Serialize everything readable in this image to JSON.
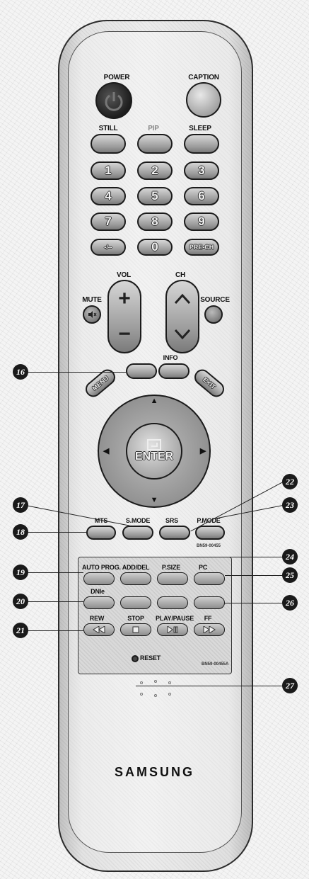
{
  "labels": {
    "power": "POWER",
    "caption": "CAPTION",
    "still": "STILL",
    "pip": "PIP",
    "sleep": "SLEEP",
    "vol": "VOL",
    "ch": "CH",
    "mute": "MUTE",
    "source": "SOURCE",
    "menu": "MENU",
    "info": "INFO",
    "exit": "EXIT",
    "enter": "ENTER",
    "mts": "MTS",
    "smode": "S.MODE",
    "srs": "SRS",
    "pmode": "P.MODE",
    "model_code": "BN59-00455",
    "auto_prog": "AUTO PROG.",
    "add_del": "ADD/DEL",
    "psize": "P.SIZE",
    "pc": "PC",
    "dnie": "DNIe",
    "rew": "REW",
    "stop": "STOP",
    "play_pause": "PLAY/PAUSE",
    "ff": "FF",
    "reset": "RESET",
    "model_code_b": "BN59-00455A",
    "brand": "SAMSUNG"
  },
  "digits": [
    "1",
    "2",
    "3",
    "4",
    "5",
    "6",
    "7",
    "8",
    "9",
    "-/--",
    "0",
    "PRE-CH"
  ],
  "callouts": [
    "16",
    "17",
    "18",
    "19",
    "20",
    "21",
    "22",
    "23",
    "24",
    "25",
    "26",
    "27"
  ],
  "glyphs": {
    "plus": "+",
    "minus": "−",
    "up": "^",
    "down": "v",
    "arrow_up": "▲",
    "arrow_down": "▼",
    "arrow_left": "◀",
    "arrow_right": "▶",
    "mute_icon": "🔇"
  },
  "colors": {
    "power_button": "#2a2a2a",
    "caption_button": "#bdbdbd",
    "callout": "#1a1a1a"
  }
}
